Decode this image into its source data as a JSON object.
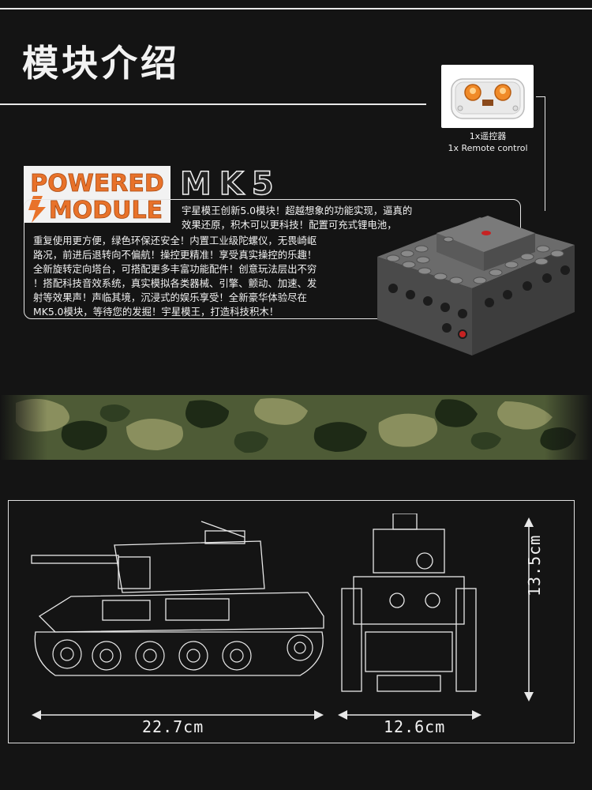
{
  "header": {
    "title": "模块介绍"
  },
  "remote": {
    "caption_cn": "1x遥控器",
    "caption_en": "1x Remote control"
  },
  "logo": {
    "line1": "POWERED",
    "line2": "MODULE",
    "model": "MK5",
    "accent_color": "#e8722a"
  },
  "description": {
    "lines": [
      "宇星模王创新5.0模块！超越想象的功能实现，逼真的",
      "效果还原，积木可以更科技！配置可充式锂电池，",
      "重复使用更方便，绿色环保还安全！内置工业级陀螺仪，无畏崎岖",
      "路况，前进后退转向不偏航！操控更精准！享受真实操控的乐趣！",
      "全新旋转定向塔台，可搭配更多丰富功能配件！创意玩法层出不穷",
      "！搭配科技音效系统，真实模拟各类器械、引擎、颤动、加速、发",
      "射等效果声！声临其境，沉浸式的娱乐享受！全新豪华体验尽在",
      "MK5.0模块，等待您的发掘！宇星模王，打造科技积木！"
    ]
  },
  "dimensions": {
    "length": "22.7cm",
    "width": "12.6cm",
    "height": "13.5cm"
  }
}
